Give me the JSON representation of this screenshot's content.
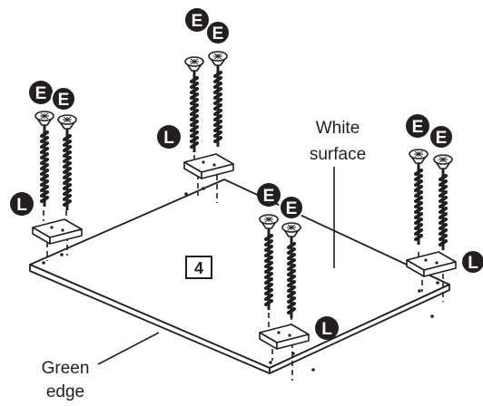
{
  "labels": {
    "white_surface_line1": "White",
    "white_surface_line2": "surface",
    "green_edge_line1": "Green",
    "green_edge_line2": "edge",
    "panel_number": "4"
  },
  "parts": {
    "screw_letter": "E",
    "block_letter": "L"
  },
  "colors": {
    "ink": "#231f20",
    "paper": "#ffffff",
    "badge": "#231f20"
  }
}
